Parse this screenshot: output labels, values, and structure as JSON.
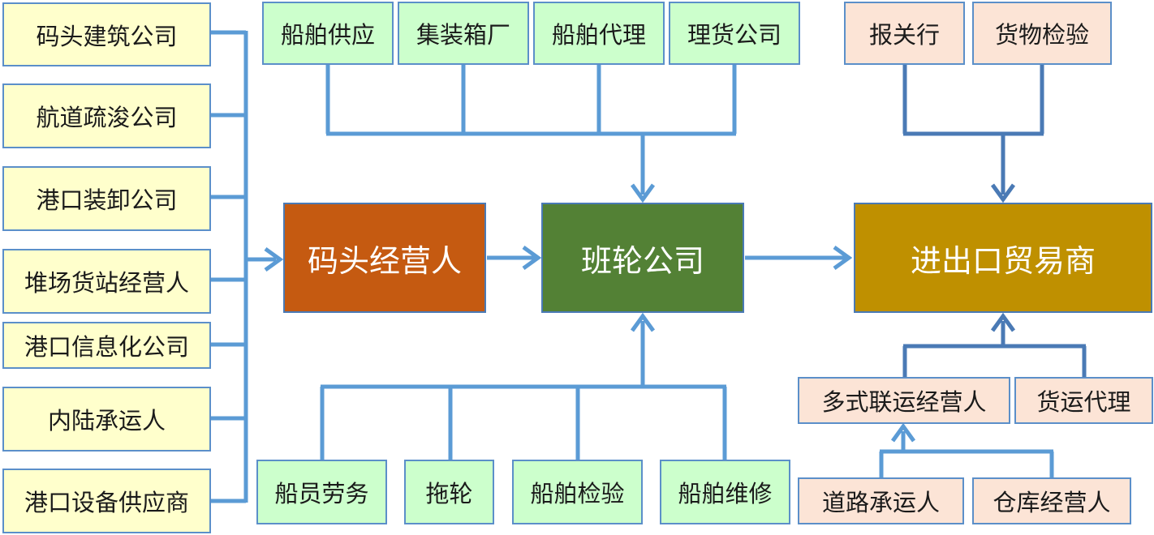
{
  "left_group": [
    "码头建筑公司",
    "航道疏浚公司",
    "港口装卸公司",
    "堆场货站经营人",
    "港口信息化公司",
    "内陆承运人",
    "港口设备供应商"
  ],
  "top_green_group": [
    "船舶供应",
    "集装箱厂",
    "船舶代理",
    "理货公司"
  ],
  "bottom_green_group": [
    "船员劳务",
    "拖轮",
    "船舶检验",
    "船舶维修"
  ],
  "top_pink_group": [
    "报关行",
    "货物检验"
  ],
  "middle_pink_group": [
    "多式联运经营人",
    "货运代理"
  ],
  "bottom_pink_group": [
    "道路承运人",
    "仓库经营人"
  ],
  "main_nodes": {
    "terminal_operator": "码头经营人",
    "liner_company": "班轮公司",
    "trader": "进出口贸易商"
  },
  "colors": {
    "connector": "#5b9bd5",
    "connector_dark": "#4a7ab5",
    "terminal_operator": "#c55a11",
    "liner_company": "#538135",
    "trader": "#bf9000",
    "yellow_fill": "#ffffcc",
    "green_fill": "#ccffcc",
    "pink_fill": "#fce4d6"
  }
}
